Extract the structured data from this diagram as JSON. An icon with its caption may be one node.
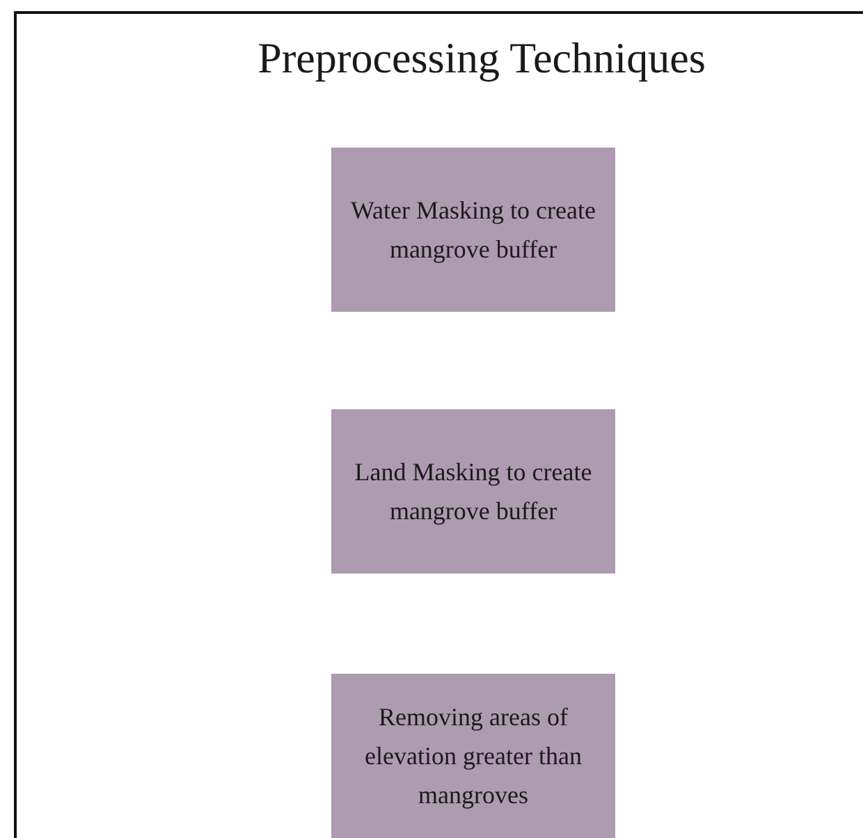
{
  "diagram": {
    "title": "Preprocessing Techniques",
    "nodes": [
      {
        "text": [
          "Water Masking to create mangrove buffer"
        ]
      },
      {
        "text": [
          "Land Masking to create mangrove buffer"
        ]
      },
      {
        "text": [
          "Removing areas of elevation greater than mangroves"
        ]
      }
    ]
  }
}
